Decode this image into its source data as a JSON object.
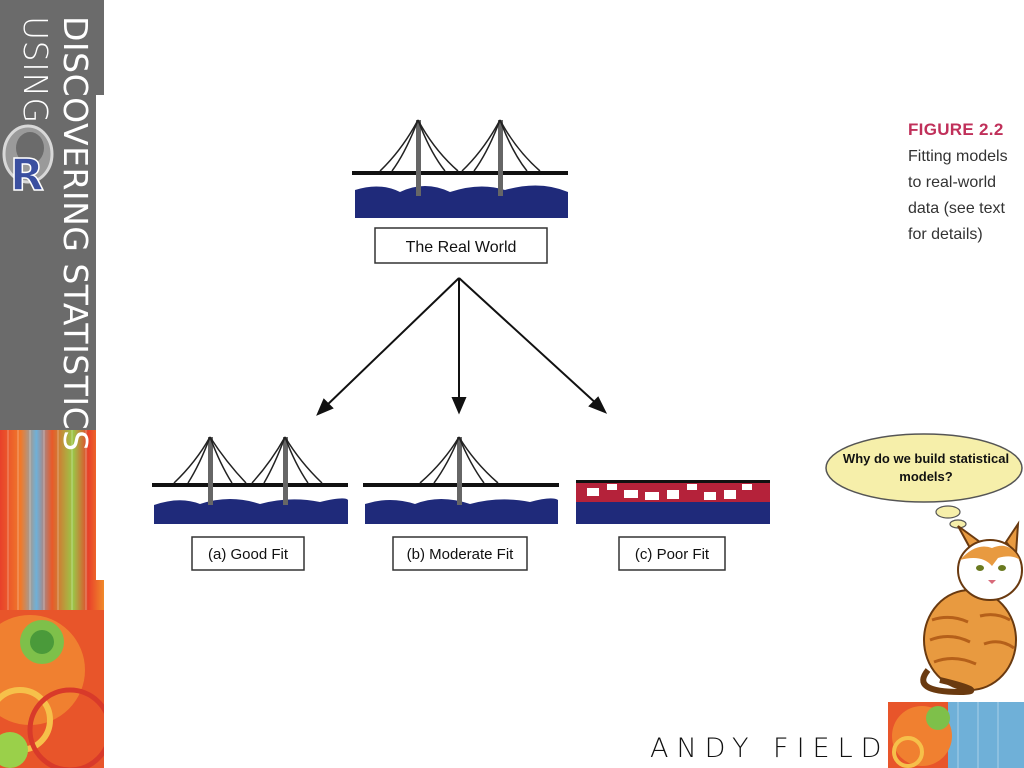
{
  "book": {
    "title_line1": "DISCOVERING STATISTICS",
    "title_line2": "USING",
    "r_logo_letter": "R",
    "author": "ANDY FIELD"
  },
  "figure": {
    "label": "FIGURE 2.2",
    "caption": "Fitting models to real-world data (see text for details)",
    "top_label": "The Real World",
    "panels": [
      {
        "label": "(a) Good Fit"
      },
      {
        "label": "(b) Moderate Fit"
      },
      {
        "label": "(c) Poor Fit"
      }
    ]
  },
  "mascot": {
    "speech": "Why do we build statistical models?"
  },
  "colors": {
    "sidebar_grey": "#6b6b6b",
    "water": "#1f2a7a",
    "brick": "#b5223a",
    "caption_accent": "#c0305a"
  }
}
